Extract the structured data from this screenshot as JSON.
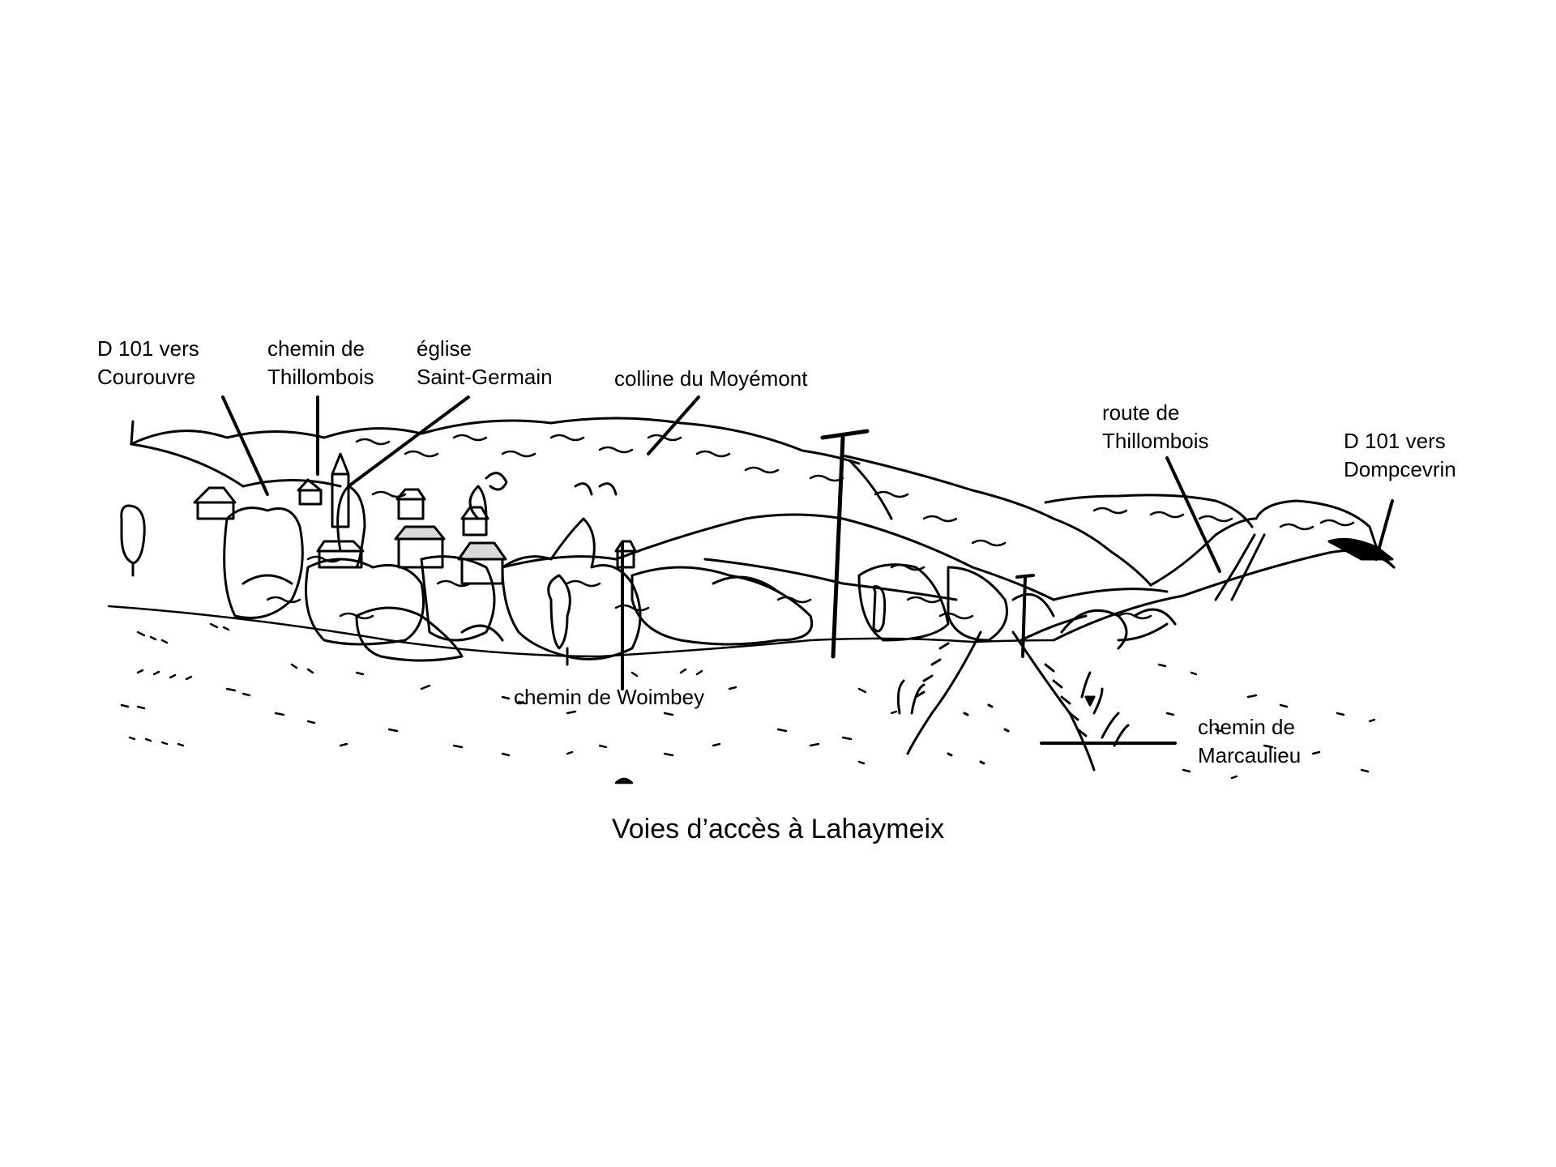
{
  "labels": {
    "d101_courouvre": {
      "line1": "D 101 vers",
      "line2": "Courouvre"
    },
    "chemin_thillombois": {
      "line1": "chemin de",
      "line2": "Thillombois"
    },
    "eglise": {
      "line1": "église",
      "line2": "Saint-Germain"
    },
    "colline": {
      "line1": "colline du Moyémont"
    },
    "route_thillombois": {
      "line1": "route de",
      "line2": "Thillombois"
    },
    "d101_dompcevrin": {
      "line1": "D 101 vers",
      "line2": "Dompcevrin"
    },
    "chemin_woimbey": {
      "line1": "chemin de Woimbey"
    },
    "chemin_marcaulieu": {
      "line1": "chemin de",
      "line2": "Marcaulieu"
    }
  },
  "caption": "Voies d’accès à Lahaymeix",
  "colors": {
    "ink": "#000000",
    "paper": "#ffffff"
  }
}
